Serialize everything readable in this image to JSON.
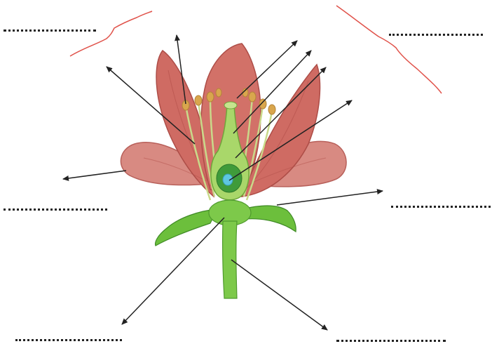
{
  "diagram": {
    "subject": "flower-cross-section",
    "colors": {
      "petal": "#cf6b63",
      "petal_light": "#e3958c",
      "petal_shadow": "#b24f4a",
      "sepal": "#6cbf3c",
      "stem": "#7dc94a",
      "pistil": "#a9d76a",
      "ovary": "#3f9b3a",
      "ovule": "#5ec7e0",
      "anther": "#d9a64d",
      "bracket": "#e0524a",
      "arrow": "#222222"
    },
    "label_blanks": [
      {
        "id": "top-left",
        "text": ""
      },
      {
        "id": "top-right",
        "text": ""
      },
      {
        "id": "mid-left",
        "text": ""
      },
      {
        "id": "mid-right",
        "text": ""
      },
      {
        "id": "bottom-left",
        "text": ""
      },
      {
        "id": "bottom-right",
        "text": ""
      }
    ]
  }
}
